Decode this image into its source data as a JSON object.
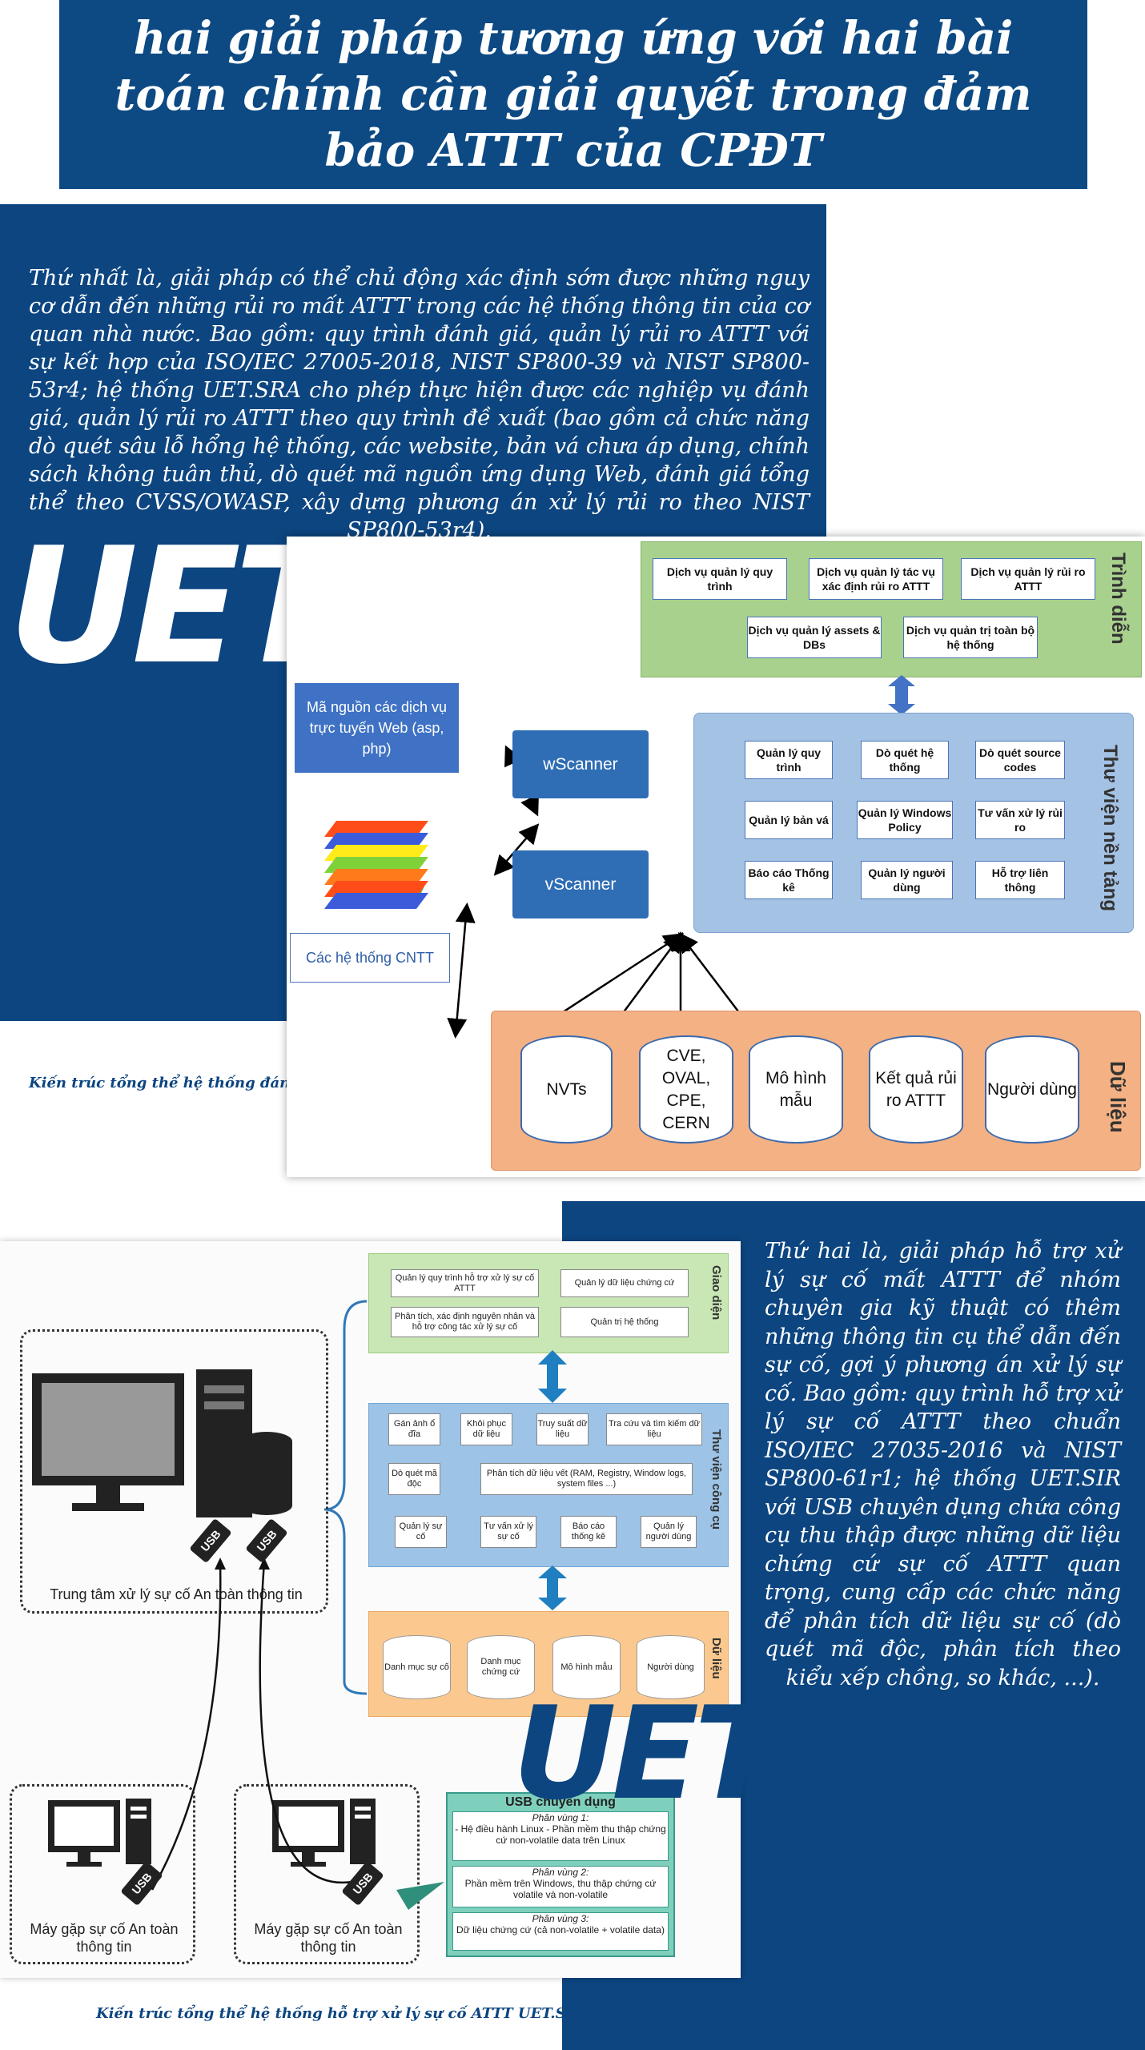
{
  "title": "hai giải pháp tương ứng với hai bài toán chính cần giải quyết trong đảm bảo ATTT của CPĐT",
  "para1": "Thứ nhất là, giải pháp có thể chủ động xác định sớm được những nguy cơ dẫn đến những rủi ro mất ATTT trong các hệ thống thông tin của cơ quan nhà nước. Bao gồm: quy trình đánh giá, quản lý rủi ro ATTT với sự kết hợp của ISO/IEC 27005-2018, NIST SP800-39 và NIST SP800-53r4; hệ thống UET.SRA cho phép thực hiện được các nghiệp vụ đánh giá, quản lý rủi ro ATTT theo quy trình đề xuất (bao gồm cả chức năng dò quét sâu lỗ hổng hệ thống, các website, bản vá chưa áp dụng, chính sách không tuân thủ, dò quét mã nguồn ứng dụng Web, đánh giá tổng thể theo CVSS/OWASP, xây dựng phương án xử lý rủi ro theo NIST SP800-53r4).",
  "brand1": "UET.SRA",
  "caption1": "Kiến trúc tổng thể hệ thống đánh giá, quản lý rủi ro ATTT UET.SRA",
  "sra": {
    "layer_present": "Trình diễn",
    "layer_platform": "Thư viện nền tảng",
    "layer_data": "Dữ liệu",
    "present": [
      "Dịch vụ quản lý quy trình",
      "Dịch vụ quản lý tác vụ xác định rủi ro ATTT",
      "Dịch vụ quản lý rủi ro ATTT",
      "Dịch vụ quản lý assets & DBs",
      "Dịch vụ quản trị toàn bộ hệ thống"
    ],
    "platform": [
      "Quản lý quy trình",
      "Dò quét hệ thống",
      "Dò quét source codes",
      "Quản lý bản vá",
      "Quản lý Windows Policy",
      "Tư vấn xử lý rủi ro",
      "Báo cáo Thống kê",
      "Quản lý người dùng",
      "Hỗ trợ liên thông"
    ],
    "source": "Mã nguồn các dịch vụ trực tuyến Web (asp, php)",
    "systems": "Các hệ thống CNTT",
    "wscanner": "wScanner",
    "vscanner": "vScanner",
    "data": [
      "NVTs",
      "CVE, OVAL, CPE, CERN",
      "Mô hình mẫu",
      "Kết quả rủi ro ATTT",
      "Người dùng"
    ]
  },
  "para2": "Thứ hai là, giải pháp hỗ trợ xử lý sự cố mất ATTT để nhóm chuyên gia kỹ thuật có thêm những thông tin cụ thể dẫn đến sự cố, gợi ý phương án xử lý sự cố. Bao gồm: quy trình hỗ trợ xử lý sự cố ATTT theo chuẩn ISO/IEC 27035-2016 và NIST SP800-61r1; hệ thống UET.SIR với USB chuyên dụng chứa công cụ thu thập được những dữ liệu chứng cứ sự cố ATTT quan trọng, cung cấp các chức năng để phân tích dữ liệu sự cố (dò quét mã độc, phân tích theo kiểu xếp chồng, so khác, ...).",
  "brand2": "UET.SIR",
  "caption2": "Kiến trúc tổng thể hệ thống hỗ trợ xử lý sự cố ATTT UET.SIR",
  "sir": {
    "layer_ui": "Giao diện",
    "layer_tools": "Thư viện công cụ",
    "layer_data": "Dữ liệu",
    "ui": [
      "Quản lý quy trình hỗ trợ xử lý sự cố ATTT",
      "Quản lý dữ liệu chứng cứ",
      "Phân tích, xác định nguyên nhân và hỗ trợ công tác xử lý sự cố",
      "Quản trị hệ thống"
    ],
    "tools": [
      "Gán ảnh ổ đĩa",
      "Khôi phục dữ liệu",
      "Truy suất dữ liệu",
      "Tra cứu và tìm kiếm dữ liệu",
      "Dò quét mã độc",
      "Phân tích dữ liệu vết (RAM, Registry, Window logs, system files ...)",
      "Quản lý sự cố",
      "Tư vấn xử lý sự cố",
      "Báo cáo thống kê",
      "Quản lý người dùng"
    ],
    "data": [
      "Danh mục sự cố",
      "Danh mục chứng cứ",
      "Mô hình mẫu",
      "Người dùng"
    ],
    "center": "Trung tâm xử lý sự cố An toàn thông tin",
    "machine": "Máy gặp sự cố An toàn thông tin",
    "usb": "USB",
    "usb_title": "USB chuyên dụng",
    "p1_title": "Phân vùng 1:",
    "p1_text": "- Hệ điều hành Linux - Phần mềm thu thập chứng cứ non-volatile data trên Linux",
    "p2_title": "Phân vùng 2:",
    "p2_text": "Phần mềm trên Windows, thu thập chứng cứ volatile và non-volatile",
    "p3_title": "Phân vùng 3:",
    "p3_text": "Dữ liệu chứng cứ (cả non-volatile + volatile data)"
  }
}
